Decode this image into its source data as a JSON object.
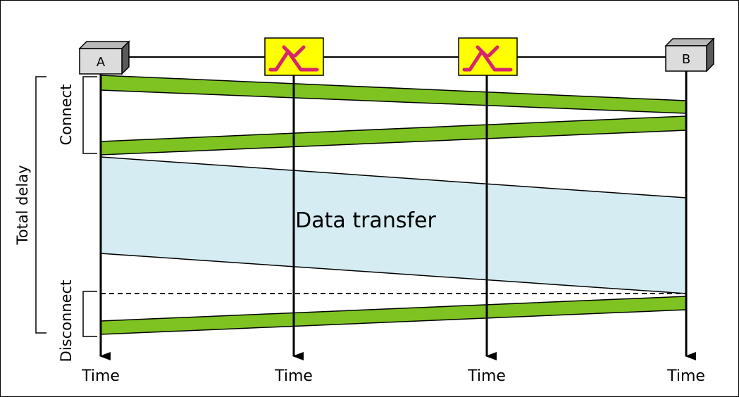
{
  "nodes": {
    "a_label": "A",
    "b_label": "B",
    "switch1_icon": "switch-icon",
    "switch2_icon": "switch-icon"
  },
  "regions": {
    "data_transfer": "Data transfer"
  },
  "brackets": {
    "total_delay": "Total delay",
    "connect": "Connect",
    "disconnect": "Disconnect"
  },
  "timelines": {
    "a_time": "Time",
    "s1_time": "Time",
    "s2_time": "Time",
    "b_time": "Time"
  },
  "colors": {
    "signal_band": "#7ec322",
    "data_band": "#d5ecf2",
    "switch_box": "#ffff00",
    "switch_symbol": "#d6246e",
    "node_box": "#dcdcdc"
  }
}
